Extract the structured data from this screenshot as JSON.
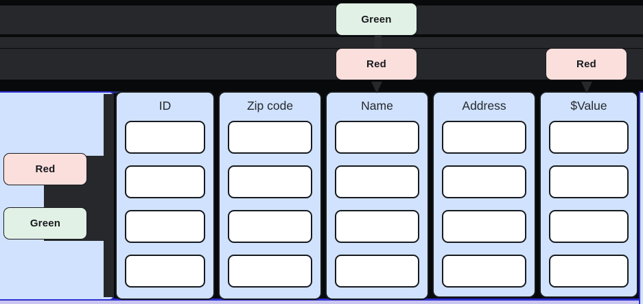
{
  "diagram": {
    "top_annotations": [
      {
        "label": "Green",
        "type": "green"
      },
      {
        "label": "Red",
        "type": "red"
      },
      {
        "label": "Red",
        "type": "red"
      }
    ],
    "left_annotations": [
      {
        "label": "Red",
        "type": "red"
      },
      {
        "label": "Green",
        "type": "green"
      }
    ],
    "table": {
      "columns": [
        {
          "label": "ID"
        },
        {
          "label": "Zip code"
        },
        {
          "label": "Name"
        },
        {
          "label": "Address"
        },
        {
          "label": "$Value"
        }
      ],
      "rows_per_column": 4
    },
    "colors": {
      "background": "#08090a",
      "dark_bar": "#26282b",
      "green_badge": "#e2f1e6",
      "red_badge": "#fbdfdc",
      "column_fill": "#d0e2fd",
      "cell_fill": "#ffffff",
      "dark_border": "#17191d",
      "selection_blue": "#2e2ed0",
      "lavender_panel": "#c9c5f0"
    }
  }
}
